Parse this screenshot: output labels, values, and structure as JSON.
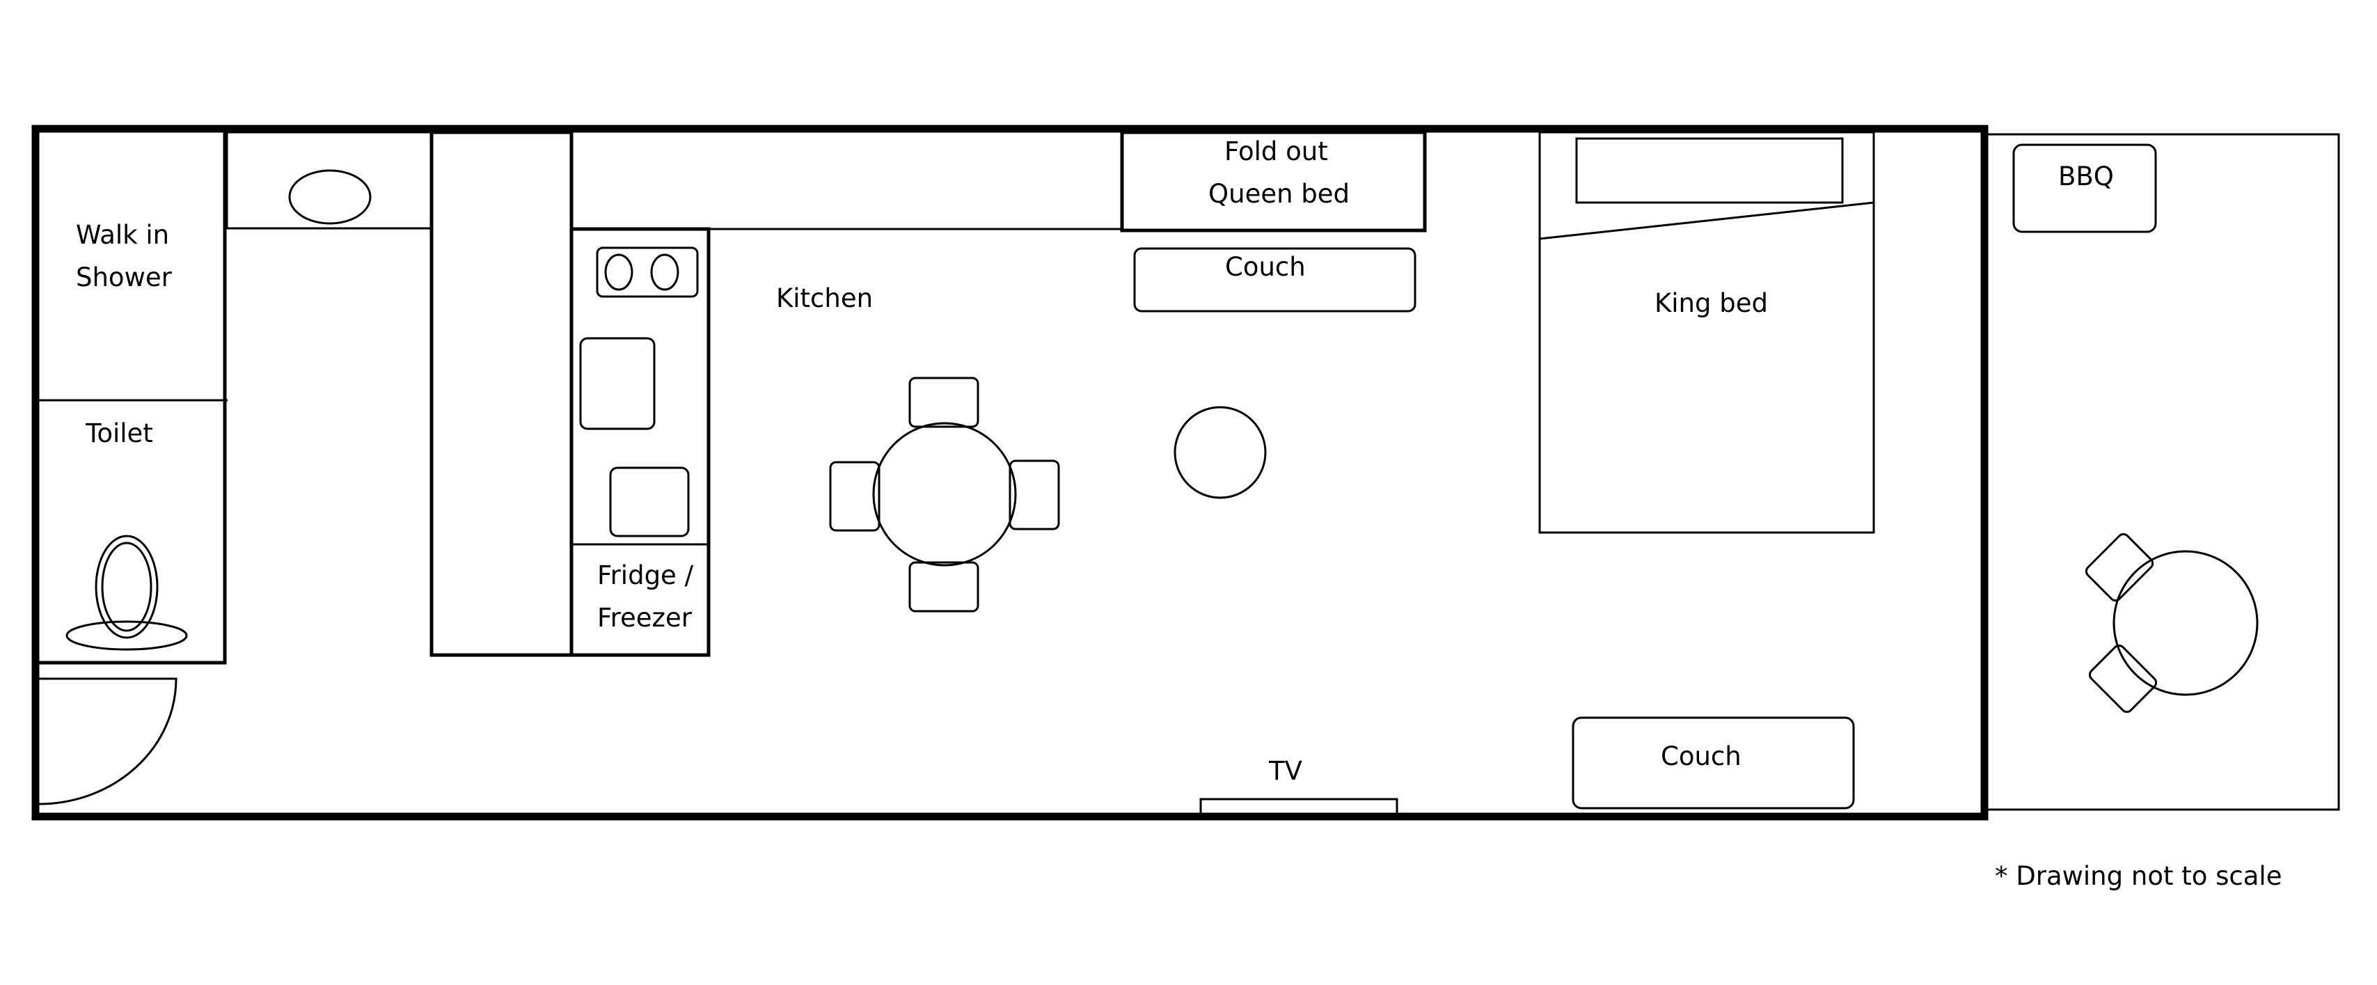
{
  "labels": {
    "walk_in_shower_line1": "Walk in",
    "walk_in_shower_line2": "Shower",
    "toilet": "Toilet",
    "kitchen": "Kitchen",
    "fridge_freezer_line1": "Fridge /",
    "fridge_freezer_line2": "Freezer",
    "fold_out_queen_bed_line1": "Fold out",
    "fold_out_queen_bed_line2": "Queen bed",
    "couch_top": "Couch",
    "king_bed": "King bed",
    "tv": "TV",
    "couch_bottom": "Couch",
    "bbq": "BBQ"
  },
  "note": "* Drawing not to scale",
  "colors": {
    "line": "#000000",
    "background": "#ffffff"
  }
}
